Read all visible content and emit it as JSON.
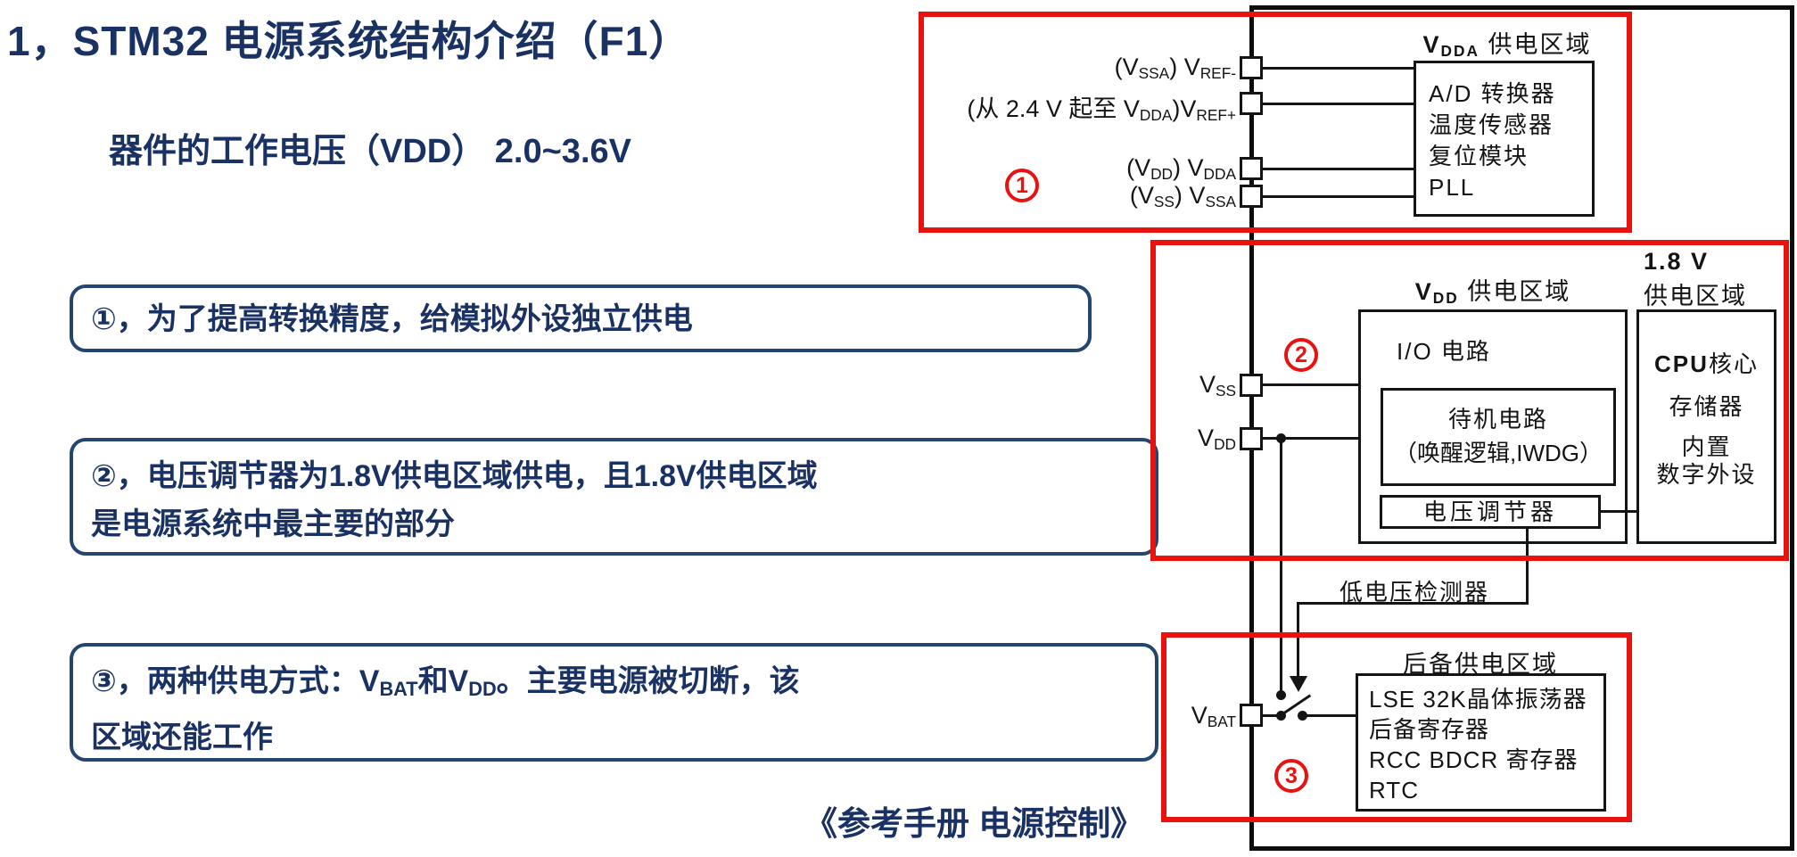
{
  "slide": {
    "title": "1，STM32 电源系统结构介绍（F1）",
    "subtitle": "器件的工作电压（VDD）  2.0~3.6V",
    "reference": "《参考手册 电源控制》",
    "colors": {
      "navy": "#1a3263",
      "red": "#e8120f",
      "line_black": "#141414"
    }
  },
  "notes": [
    {
      "lines": [
        [
          {
            "t": "①，为了提高转换精度，给模拟外设独立供电"
          }
        ]
      ]
    },
    {
      "lines": [
        [
          {
            "t": "②，电压调节器为1.8V供电区域供电，且1.8V供电区域"
          }
        ],
        [
          {
            "t": "是电源系统中最主要的部分"
          }
        ]
      ]
    },
    {
      "lines": [
        [
          {
            "t": "③，两种供电方式：V"
          },
          {
            "t": "BAT",
            "sub": true
          },
          {
            "t": "和V"
          },
          {
            "t": "DD",
            "sub": true
          },
          {
            "t": "。主要电源被切断，该"
          }
        ],
        [
          {
            "t": "区域还能工作"
          }
        ]
      ]
    }
  ],
  "diagram": {
    "badges": {
      "b1": "1",
      "b2": "2",
      "b3": "3"
    },
    "pin_labels": {
      "vref_minus": [
        {
          "t": "(V"
        },
        {
          "t": "SSA",
          "sub": true
        },
        {
          "t": ")  V"
        },
        {
          "t": "REF-",
          "sub": true
        }
      ],
      "vref_plus": [
        {
          "t": "(从 2.4 V 起至 V"
        },
        {
          "t": "DDA",
          "sub": true
        },
        {
          "t": ")V"
        },
        {
          "t": "REF+",
          "sub": true
        }
      ],
      "vdda": [
        {
          "t": "(V"
        },
        {
          "t": "DD",
          "sub": true
        },
        {
          "t": ")   V"
        },
        {
          "t": "DDA",
          "sub": true
        }
      ],
      "vssa": [
        {
          "t": "(V"
        },
        {
          "t": "SS",
          "sub": true
        },
        {
          "t": ")   V"
        },
        {
          "t": "SSA",
          "sub": true
        }
      ],
      "vss": [
        {
          "t": "V"
        },
        {
          "t": "SS",
          "sub": true
        }
      ],
      "vdd": [
        {
          "t": "V"
        },
        {
          "t": "DD",
          "sub": true
        }
      ],
      "vbat": [
        {
          "t": "V"
        },
        {
          "t": "BAT",
          "sub": true
        }
      ]
    },
    "vdda_region": {
      "title": [
        {
          "t": "V",
          "b": true
        },
        {
          "t": "DDA",
          "sub": true,
          "b": true
        },
        {
          "t": " 供电区域"
        }
      ],
      "items": [
        "A/D 转换器",
        "温度传感器",
        "复位模块",
        "PLL"
      ]
    },
    "vdd_region": {
      "title": [
        {
          "t": "V",
          "b": true
        },
        {
          "t": "DD",
          "sub": true,
          "b": true
        },
        {
          "t": " 供电区域"
        }
      ],
      "io_label": "I/O 电路",
      "standby_lines": [
        "待机电路",
        "（唤醒逻辑,IWDG）"
      ],
      "regulator_label": "电压调节器"
    },
    "v18_region": {
      "title_lines": [
        "1.8 V",
        "供电区域"
      ],
      "items": [
        [
          {
            "t": "CPU",
            "b": true
          },
          {
            "t": "核心"
          }
        ],
        "存储器",
        "内置",
        "数字外设"
      ]
    },
    "lvd_label": "低电压检测器",
    "backup_region": {
      "title": "后备供电区域",
      "items": [
        "LSE 32K晶体振荡器",
        "后备寄存器",
        "RCC BDCR 寄存器",
        "RTC"
      ]
    }
  }
}
